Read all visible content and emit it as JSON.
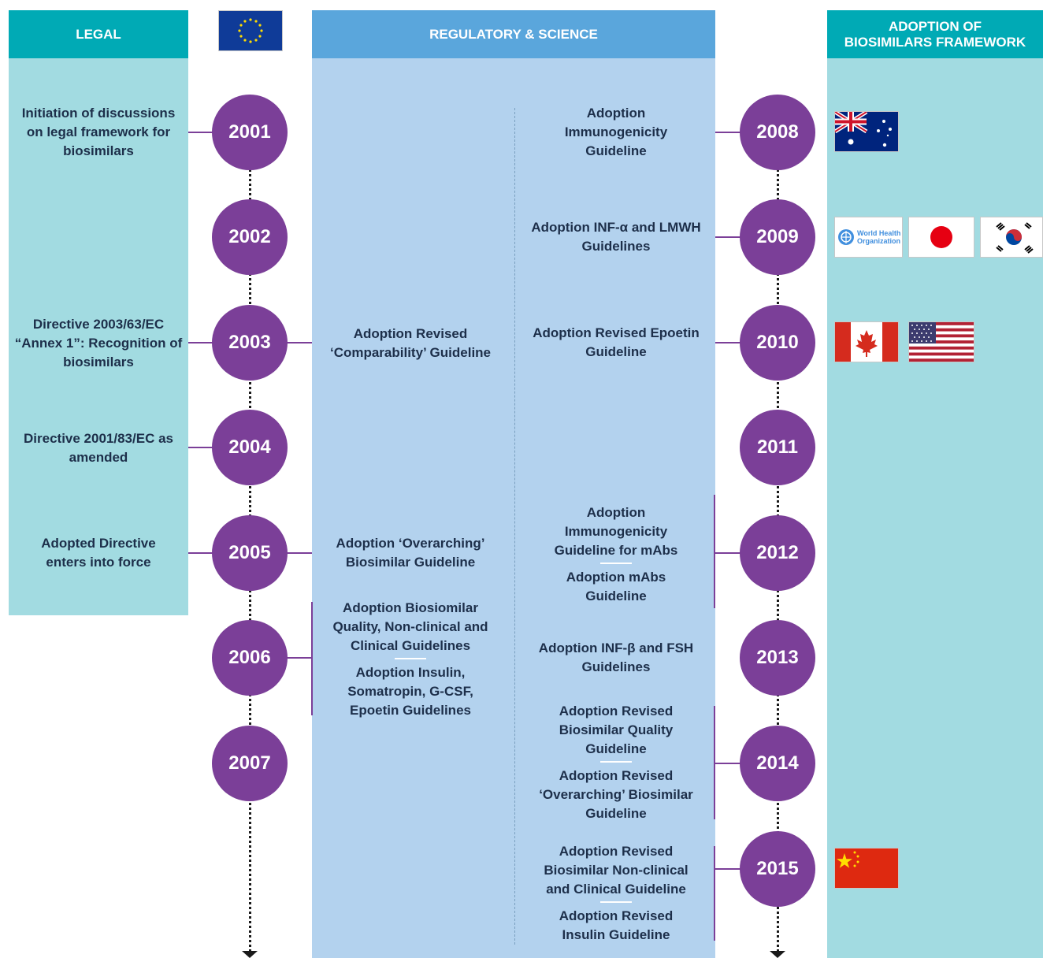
{
  "headers": {
    "legal": "LEGAL",
    "regulatory": "REGULATORY & SCIENCE",
    "adoption_line1": "ADOPTION OF",
    "adoption_line2": "BIOSIMILARS FRAMEWORK"
  },
  "left_years": [
    "2001",
    "2002",
    "2003",
    "2004",
    "2005",
    "2006",
    "2007"
  ],
  "right_years": [
    "2008",
    "2009",
    "2010",
    "2011",
    "2012",
    "2013",
    "2014",
    "2015"
  ],
  "legal_events": {
    "y2001": "Initiation of discussions on legal framework for biosimilars",
    "y2003": "Directive 2003/63/EC “Annex 1”: Recognition of biosimilars",
    "y2004": "Directive 2001/83/EC as amended",
    "y2005": "Adopted Directive enters into force"
  },
  "reg_left_events": {
    "y2003": "Adoption Revised ‘Comparability’ Guideline",
    "y2005": "Adoption ‘Overarching’ Biosimilar Guideline",
    "y2006a": "Adoption Biosiomilar Quality, Non-clinical and Clinical Guidelines",
    "y2006b": "Adoption Insulin, Somatropin, G-CSF, Epoetin Guidelines"
  },
  "reg_right_events": {
    "y2008": "Adoption Immunogenicity Guideline",
    "y2009": "Adoption INF-α and LMWH Guidelines",
    "y2010": "Adoption Revised Epoetin Guideline",
    "y2012a": "Adoption Immunogenicity Guideline for mAbs",
    "y2012b": "Adoption mAbs Guideline",
    "y2013": "Adoption INF-β and FSH Guidelines",
    "y2014a": "Adoption Revised Biosimilar Quality Guideline",
    "y2014b": "Adoption Revised ‘Overarching’ Biosimilar Guideline",
    "y2015a": "Adoption Revised Biosimilar Non-clinical and Clinical Guideline",
    "y2015b": "Adoption Revised Insulin Guideline"
  },
  "who_logo": {
    "line1": "World Health",
    "line2": "Organization"
  },
  "flags": {
    "eu": "eu-flag-icon",
    "y2008": [
      "australia-flag-icon"
    ],
    "y2009": [
      "who-logo-icon",
      "japan-flag-icon",
      "south-korea-flag-icon"
    ],
    "y2010": [
      "canada-flag-icon",
      "usa-flag-icon"
    ],
    "y2015": [
      "china-flag-icon"
    ]
  },
  "colors": {
    "teal_header": "#00aab5",
    "teal_band": "#a2dbe1",
    "blue_header": "#5aa6dc",
    "blue_band": "#b3d2ee",
    "purple": "#7b3f98",
    "text": "#1d2f4a"
  }
}
